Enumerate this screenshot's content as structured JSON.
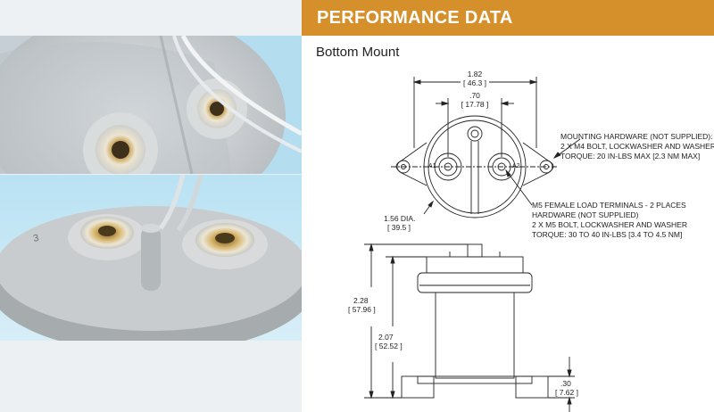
{
  "header": {
    "title": "PERFORMANCE DATA"
  },
  "section": {
    "subtitle": "Bottom Mount"
  },
  "dimensions": {
    "width_overall": {
      "in": "1.82",
      "mm": "[ 46.3 ]"
    },
    "terminal_spacing": {
      "in": ".70",
      "mm": "[ 17.78 ]"
    },
    "diameter": {
      "in": "1.56 DIA.",
      "mm": "[ 39.5 ]"
    },
    "height_overall": {
      "in": "2.28",
      "mm": "[ 57.96 ]"
    },
    "height_body": {
      "in": "2.07",
      "mm": "[ 52.52 ]"
    },
    "foot_height": {
      "in": ".30",
      "mm": "[ 7.62 ]"
    }
  },
  "callouts": {
    "mounting": [
      "MOUNTING HARDWARE (NOT SUPPLIED):",
      "2 X M4 BOLT, LOCKWASHER AND WASHER",
      "TORQUE: 20 IN-LBS MAX [2.3 NM MAX]"
    ],
    "terminals": [
      "M5 FEMALE LOAD TERMINALS - 2 PLACES",
      "HARDWARE (NOT SUPPLIED)",
      "2 X M5 BOLT, LOCKWASHER AND WASHER",
      "TORQUE: 30 TO 40 IN-LBS [3.4 TO 4.5 NM]"
    ]
  },
  "terminal_marks": {
    "left": "A1",
    "right": "A2"
  },
  "colors": {
    "header_bar": "#d5902b",
    "photo_bg": "#bfc8cf"
  }
}
